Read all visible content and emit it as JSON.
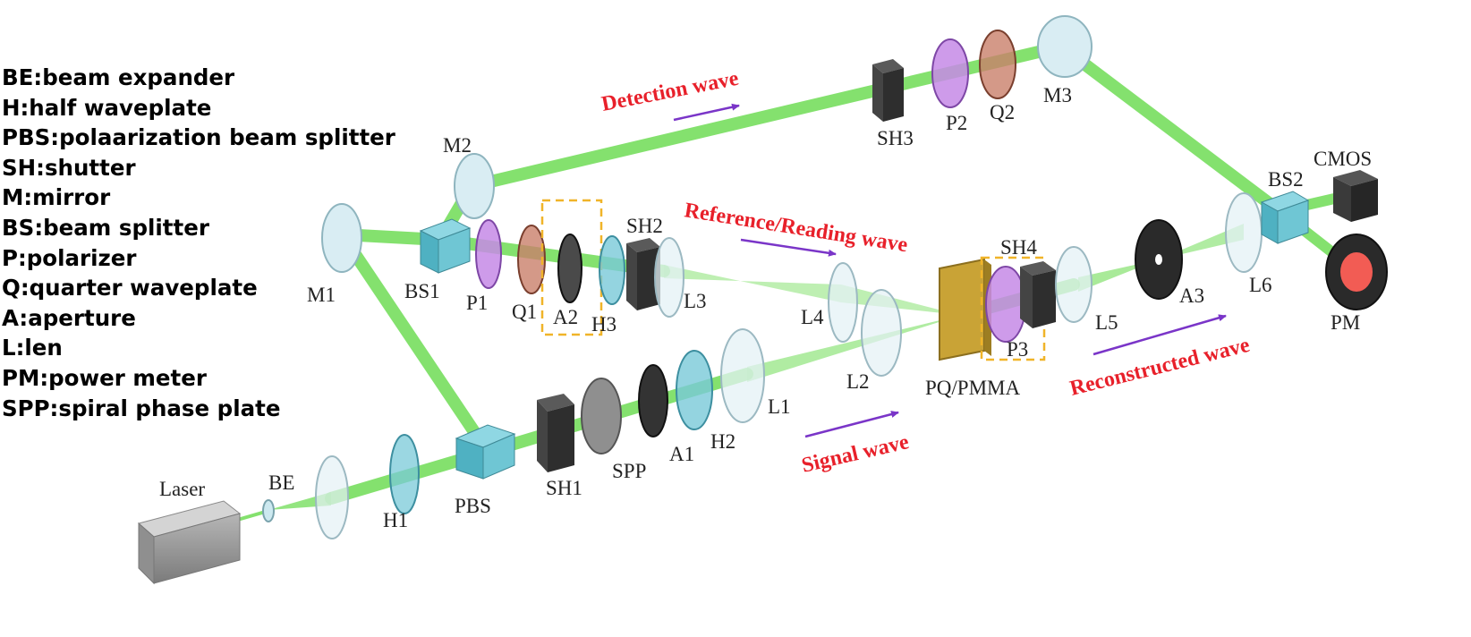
{
  "legend": [
    "BE:beam expander",
    "H:half waveplate",
    "PBS:polaarization beam splitter",
    "SH:shutter",
    "M:mirror",
    "BS:beam splitter",
    "P:polarizer",
    "Q:quarter waveplate",
    "A:aperture",
    "L:len",
    "PM:power meter",
    "SPP:spiral phase plate"
  ],
  "components": {
    "laser": "Laser",
    "be": "BE",
    "h1": "H1",
    "pbs": "PBS",
    "sh1": "SH1",
    "spp": "SPP",
    "a1": "A1",
    "h2": "H2",
    "l1": "L1",
    "l2": "L2",
    "pq_pmma": "PQ/PMMA",
    "p3": "P3",
    "sh4": "SH4",
    "l5": "L5",
    "a3": "A3",
    "l6": "L6",
    "bs2": "BS2",
    "cmos": "CMOS",
    "pm": "PM",
    "m1": "M1",
    "bs1": "BS1",
    "p1": "P1",
    "q1": "Q1",
    "a2": "A2",
    "h3": "H3",
    "sh2": "SH2",
    "l3": "L3",
    "l4": "L4",
    "m2": "M2",
    "sh3": "SH3",
    "p2": "P2",
    "q2": "Q2",
    "m3": "M3"
  },
  "waves": {
    "detection": "Detection wave",
    "reference": "Reference/Reading wave",
    "signal": "Signal wave",
    "reconstructed": "Reconstructed wave"
  },
  "colors": {
    "beam": "#6fdc55",
    "wave_label": "#e8202a",
    "arrow": "#7a35c8",
    "polarizer": "#c58ae6",
    "quarter_waveplate": "#c9806a",
    "half_waveplate": "#79c9d8",
    "shutter": "#2e2e2e",
    "aperture_frame": "#f0b429",
    "pq_pmma": "#c9a336",
    "power_meter_sensor": "#f25c54"
  }
}
